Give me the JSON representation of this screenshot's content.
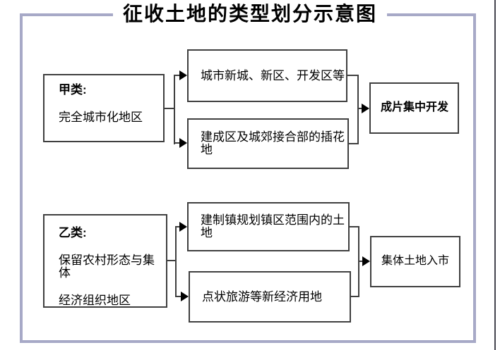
{
  "title": "征收土地的类型划分示意图",
  "nodes": {
    "cat_a_label": "甲类:",
    "cat_a_desc": "完全城市化地区",
    "m1": "城市新城、新区、开发区等",
    "m2": "建成区及城郊接合部的插花地",
    "r1": "成片集中开发",
    "cat_b_label": "乙类:",
    "cat_b_desc1": "保留农村形态与集体",
    "cat_b_desc2": "经济组织地区",
    "m3": "建制镇规划镇区范围内的土地",
    "m4": "点状旅游等新经济用地",
    "r2": "集体土地入市"
  },
  "colors": {
    "frame_border": "#a7a9c7",
    "box_border": "#3f3f3f",
    "connector": "#3f3f3f",
    "arrowhead": "#000000",
    "text": "#000000",
    "background": "#ffffff"
  }
}
